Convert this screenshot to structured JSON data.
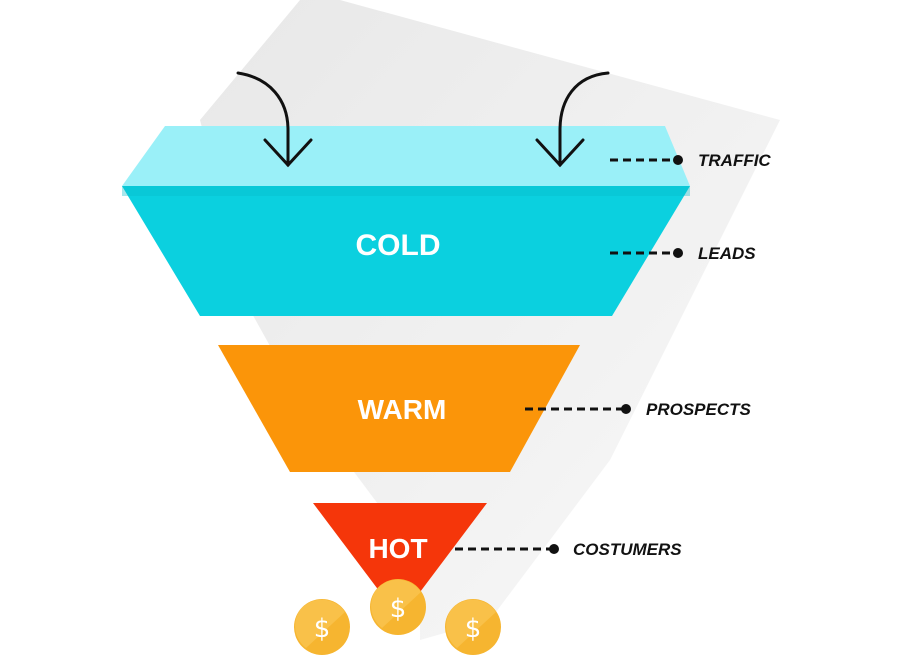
{
  "stages": [
    {
      "label": "COLD",
      "color": "#0bd0df",
      "top_color": "#9af0f8",
      "side_label": "LEADS"
    },
    {
      "label": "WARM",
      "color": "#fb9509",
      "side_label": "PROSPECTS"
    },
    {
      "label": "HOT",
      "color": "#f5360a",
      "side_label": "COSTUMERS"
    }
  ],
  "top_label": "TRAFFIC",
  "coin_symbol": "$",
  "colors": {
    "coin": "#f6b530",
    "coin_light": "#fbc95a",
    "shadow": "#e6e6e6"
  }
}
